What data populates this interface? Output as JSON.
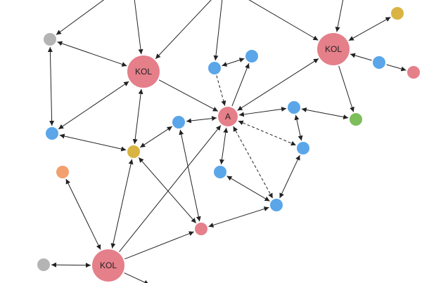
{
  "colors": {
    "kol": "#e57f8a",
    "blue": "#5aa6e8",
    "yellow": "#d9b443",
    "grey": "#b4b4b4",
    "green": "#7dbd5a",
    "orange": "#f2a06e",
    "edge": "#222222"
  },
  "nodes": [
    {
      "id": "kol_left",
      "type": "kol",
      "label": "KOL"
    },
    {
      "id": "kol_right",
      "type": "kol",
      "label": "KOL"
    },
    {
      "id": "kol_bottom",
      "type": "kol",
      "label": "KOL"
    },
    {
      "id": "a",
      "type": "kol",
      "label": "A"
    },
    {
      "id": "pink_mid",
      "type": "pink",
      "label": ""
    },
    {
      "id": "pink_right",
      "type": "pink",
      "label": ""
    },
    {
      "id": "grey_top",
      "type": "grey",
      "label": ""
    },
    {
      "id": "grey_bottom",
      "type": "grey",
      "label": ""
    },
    {
      "id": "yellow_mid",
      "type": "yellow",
      "label": ""
    },
    {
      "id": "yellow_top",
      "type": "yellow",
      "label": ""
    },
    {
      "id": "green",
      "type": "green",
      "label": ""
    },
    {
      "id": "orange",
      "type": "orange",
      "label": ""
    },
    {
      "id": "blue_left",
      "type": "blue",
      "label": ""
    },
    {
      "id": "blue_top1",
      "type": "blue",
      "label": ""
    },
    {
      "id": "blue_top2",
      "type": "blue",
      "label": ""
    },
    {
      "id": "blue_a_left",
      "type": "blue",
      "label": ""
    },
    {
      "id": "blue_a_right",
      "type": "blue",
      "label": ""
    },
    {
      "id": "blue_r2",
      "type": "blue",
      "label": ""
    },
    {
      "id": "blue_mid",
      "type": "blue",
      "label": ""
    },
    {
      "id": "blue_low",
      "type": "blue",
      "label": ""
    },
    {
      "id": "blue_rightkol",
      "type": "blue",
      "label": ""
    }
  ],
  "edges": [
    {
      "from": "top_left_off",
      "to": "grey_top",
      "dir": "to",
      "style": "solid"
    },
    {
      "from": "top_mid_off",
      "to": "kol_left",
      "dir": "to",
      "style": "solid"
    },
    {
      "from": "top_mid2_off",
      "to": "kol_left",
      "dir": "to",
      "style": "solid"
    },
    {
      "from": "top_mid3_off",
      "to": "blue_top1",
      "dir": "to",
      "style": "solid"
    },
    {
      "from": "top_right_off",
      "to": "kol_right",
      "dir": "to",
      "style": "solid"
    },
    {
      "from": "top_right2_off",
      "to": "kol_right",
      "dir": "to",
      "style": "solid"
    },
    {
      "from": "grey_top",
      "to": "kol_left",
      "dir": "both",
      "style": "solid"
    },
    {
      "from": "grey_top",
      "to": "blue_left",
      "dir": "both",
      "style": "solid"
    },
    {
      "from": "kol_left",
      "to": "blue_left",
      "dir": "both",
      "style": "solid"
    },
    {
      "from": "kol_left",
      "to": "yellow_mid",
      "dir": "both",
      "style": "solid"
    },
    {
      "from": "kol_left",
      "to": "a",
      "dir": "to",
      "style": "solid"
    },
    {
      "from": "blue_left",
      "to": "yellow_mid",
      "dir": "both",
      "style": "solid"
    },
    {
      "from": "blue_top1",
      "to": "blue_top2",
      "dir": "both",
      "style": "solid"
    },
    {
      "from": "blue_top1",
      "to": "a",
      "dir": "to",
      "style": "dashed"
    },
    {
      "from": "blue_top2",
      "to": "a",
      "dir": "from",
      "style": "solid"
    },
    {
      "from": "kol_right",
      "to": "yellow_top",
      "dir": "both",
      "style": "solid"
    },
    {
      "from": "kol_right",
      "to": "blue_rightkol",
      "dir": "from",
      "style": "solid"
    },
    {
      "from": "blue_rightkol",
      "to": "pink_right",
      "dir": "to",
      "style": "solid"
    },
    {
      "from": "kol_right",
      "to": "green",
      "dir": "to",
      "style": "solid"
    },
    {
      "from": "kol_right",
      "to": "a",
      "dir": "both",
      "style": "solid"
    },
    {
      "from": "a",
      "to": "blue_a_right",
      "dir": "both",
      "style": "solid"
    },
    {
      "from": "blue_a_right",
      "to": "green",
      "dir": "both",
      "style": "solid"
    },
    {
      "from": "blue_a_right",
      "to": "blue_r2",
      "dir": "both",
      "style": "solid"
    },
    {
      "from": "a",
      "to": "blue_r2",
      "dir": "both",
      "style": "dashed"
    },
    {
      "from": "a",
      "to": "blue_a_left",
      "dir": "both",
      "style": "solid"
    },
    {
      "from": "a",
      "to": "blue_mid",
      "dir": "both",
      "style": "solid"
    },
    {
      "from": "a",
      "to": "blue_low",
      "dir": "both",
      "style": "dashed"
    },
    {
      "from": "blue_r2",
      "to": "blue_low",
      "dir": "both",
      "style": "solid"
    },
    {
      "from": "blue_mid",
      "to": "blue_low",
      "dir": "both",
      "style": "solid"
    },
    {
      "from": "blue_low",
      "to": "pink_mid",
      "dir": "both",
      "style": "solid"
    },
    {
      "from": "blue_a_left",
      "to": "yellow_mid",
      "dir": "both",
      "style": "solid"
    },
    {
      "from": "blue_a_left",
      "to": "pink_mid",
      "dir": "both",
      "style": "solid"
    },
    {
      "from": "yellow_mid",
      "to": "pink_mid",
      "dir": "both",
      "style": "solid"
    },
    {
      "from": "yellow_mid",
      "to": "kol_bottom",
      "dir": "both",
      "style": "solid"
    },
    {
      "from": "kol_bottom",
      "to": "a",
      "dir": "to",
      "style": "solid"
    },
    {
      "from": "kol_bottom",
      "to": "pink_mid",
      "dir": "to",
      "style": "solid"
    },
    {
      "from": "kol_bottom",
      "to": "orange",
      "dir": "both",
      "style": "solid"
    },
    {
      "from": "kol_bottom",
      "to": "grey_bottom",
      "dir": "both",
      "style": "solid"
    },
    {
      "from": "kol_bottom",
      "to": "bottom_off",
      "dir": "to",
      "style": "solid"
    }
  ]
}
